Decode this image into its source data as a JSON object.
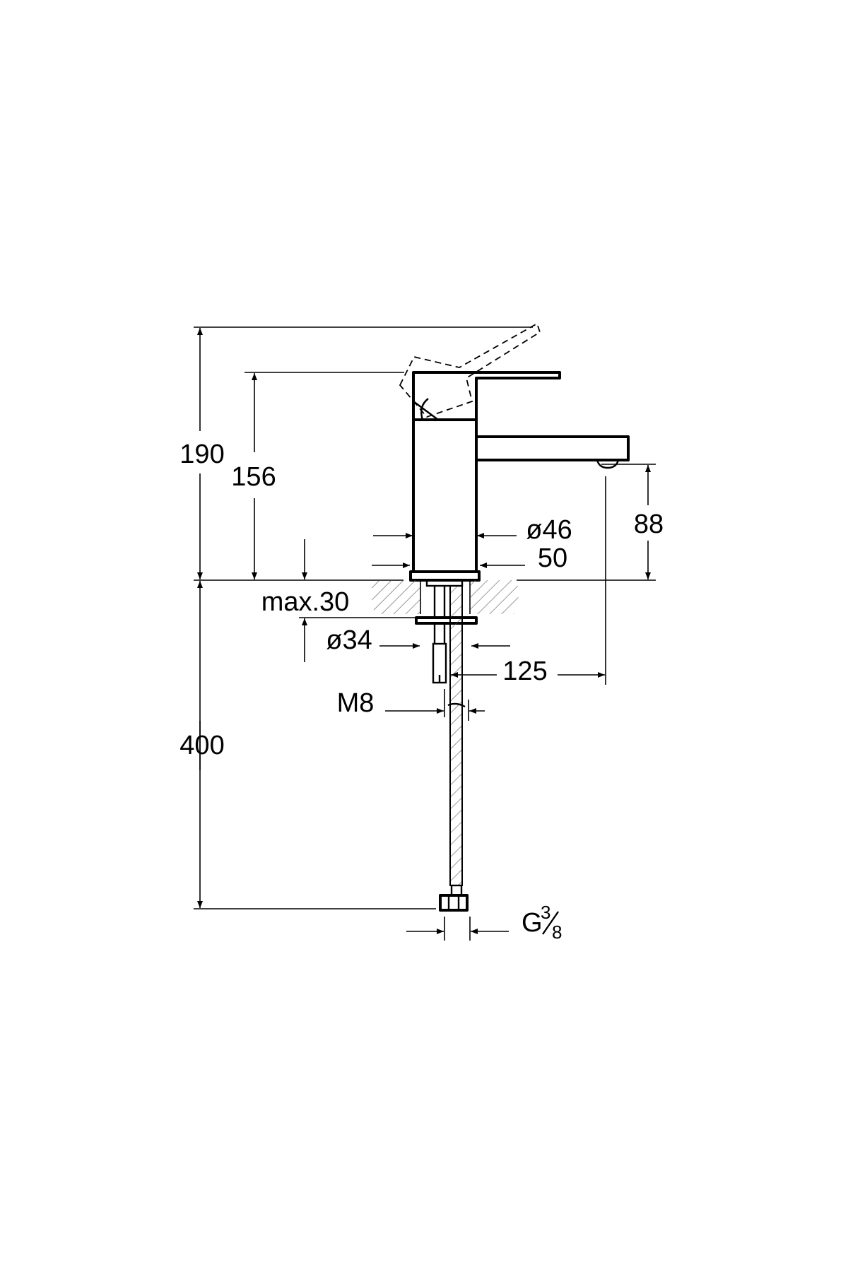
{
  "drawing": {
    "dimensions": {
      "total_height": "190",
      "lever_height": "156",
      "spout_height": "88",
      "body_diameter": "ø46",
      "base_diameter": "50",
      "max_counter_thickness": "max.30",
      "shank_diameter": "ø34",
      "spout_reach": "125",
      "thread": "M8",
      "hose_length": "400",
      "connection_prefix": "G",
      "connection_num": "3",
      "connection_den": "8"
    },
    "line_color": "#000000",
    "background": "#ffffff"
  }
}
